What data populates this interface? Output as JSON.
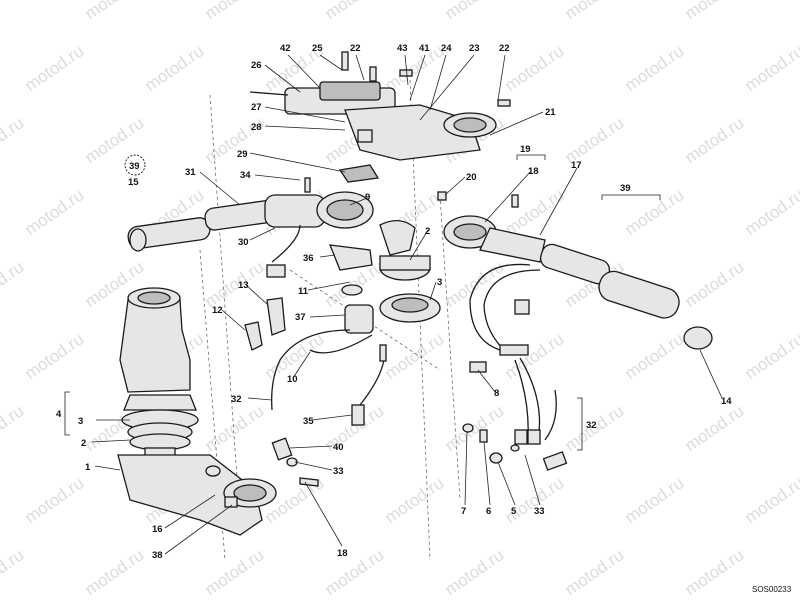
{
  "watermark": "motod.ru",
  "drawing_code": "SOS00233",
  "callouts": [
    {
      "id": "c42",
      "text": "42"
    },
    {
      "id": "c25",
      "text": "25"
    },
    {
      "id": "c22a",
      "text": "22"
    },
    {
      "id": "c43",
      "text": "43"
    },
    {
      "id": "c41",
      "text": "41"
    },
    {
      "id": "c24",
      "text": "24"
    },
    {
      "id": "c23",
      "text": "23"
    },
    {
      "id": "c22b",
      "text": "22"
    },
    {
      "id": "c26",
      "text": "26"
    },
    {
      "id": "c21",
      "text": "21"
    },
    {
      "id": "c27",
      "text": "27"
    },
    {
      "id": "c28",
      "text": "28"
    },
    {
      "id": "c29",
      "text": "29"
    },
    {
      "id": "c19",
      "text": "19"
    },
    {
      "id": "c39a",
      "text": "39"
    },
    {
      "id": "c15",
      "text": "15"
    },
    {
      "id": "c31",
      "text": "31"
    },
    {
      "id": "c34",
      "text": "34"
    },
    {
      "id": "c9",
      "text": "9"
    },
    {
      "id": "c20",
      "text": "20"
    },
    {
      "id": "c18a",
      "text": "18"
    },
    {
      "id": "c17",
      "text": "17"
    },
    {
      "id": "c39b",
      "text": "39"
    },
    {
      "id": "c30",
      "text": "30"
    },
    {
      "id": "c2a",
      "text": "2"
    },
    {
      "id": "c36",
      "text": "36"
    },
    {
      "id": "c11",
      "text": "11"
    },
    {
      "id": "c3a",
      "text": "3"
    },
    {
      "id": "c13",
      "text": "13"
    },
    {
      "id": "c37",
      "text": "37"
    },
    {
      "id": "c12",
      "text": "12"
    },
    {
      "id": "c10",
      "text": "10"
    },
    {
      "id": "c8",
      "text": "8"
    },
    {
      "id": "c32a",
      "text": "32"
    },
    {
      "id": "c35",
      "text": "35"
    },
    {
      "id": "c14",
      "text": "14"
    },
    {
      "id": "c4",
      "text": "4"
    },
    {
      "id": "c3b",
      "text": "3"
    },
    {
      "id": "c32b",
      "text": "32"
    },
    {
      "id": "c2b",
      "text": "2"
    },
    {
      "id": "c40",
      "text": "40"
    },
    {
      "id": "c1",
      "text": "1"
    },
    {
      "id": "c33a",
      "text": "33"
    },
    {
      "id": "c16",
      "text": "16"
    },
    {
      "id": "c7",
      "text": "7"
    },
    {
      "id": "c6",
      "text": "6"
    },
    {
      "id": "c5",
      "text": "5"
    },
    {
      "id": "c33b",
      "text": "33"
    },
    {
      "id": "c38",
      "text": "38"
    },
    {
      "id": "c18b",
      "text": "18"
    }
  ]
}
